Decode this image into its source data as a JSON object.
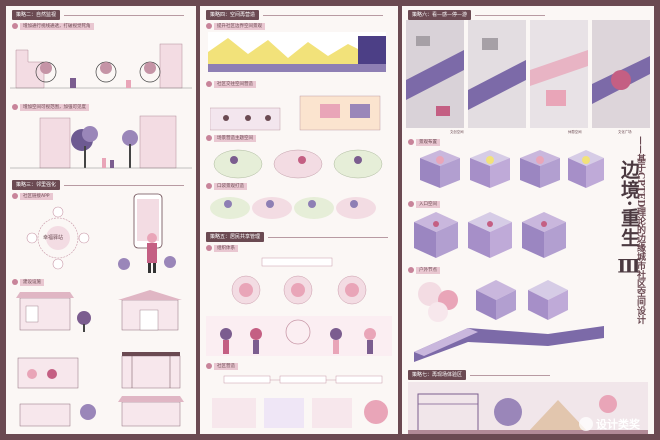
{
  "poster": {
    "main_title": "边境·重生",
    "main_title_numeral": "Ⅲ",
    "subtitle": "——基于CPTED理论的边缘城市社区空间设计",
    "watermark": "设计类奖"
  },
  "board1": {
    "s2_header": "策略二：自然监视",
    "s2_sub1": "增加通行视线通透，打破视觉死角",
    "s2_sub2": "增加空间可视范围，加强可见度",
    "s3_header": "策略三：邻里强化",
    "s3_sub1": "社区链接APP",
    "s3_sub2": "建设设施",
    "app_center": "幸福驿站"
  },
  "board2": {
    "s4_header": "策略四：空间再营造",
    "s4_sub1": "提升社区边界空间景观",
    "s4_sub2": "社区交往空间营造",
    "s4_sub3": "场景营造主题空间",
    "s4_sub4": "口袋景观打造",
    "s5_header": "策略五：居民共享管理",
    "s5_sub1": "组织体系",
    "s5_sub2": "社区营造"
  },
  "board3": {
    "s6_header": "策略六：看—感—停—游",
    "s6_sub1": "景观布置",
    "s6_sub2": "入口空间",
    "s6_sub3": "户外节点",
    "s7_header": "策略七：再现场体验区",
    "label_1": "文创空间",
    "label_2": "休憩空间",
    "label_3": "文化广场"
  },
  "colors": {
    "frame": "#6b4a52",
    "paper": "#fbf7f5",
    "accent_pink": "#e9a5b8",
    "accent_purple": "#7b5d8f",
    "accent_yellow": "#f2e27a"
  }
}
